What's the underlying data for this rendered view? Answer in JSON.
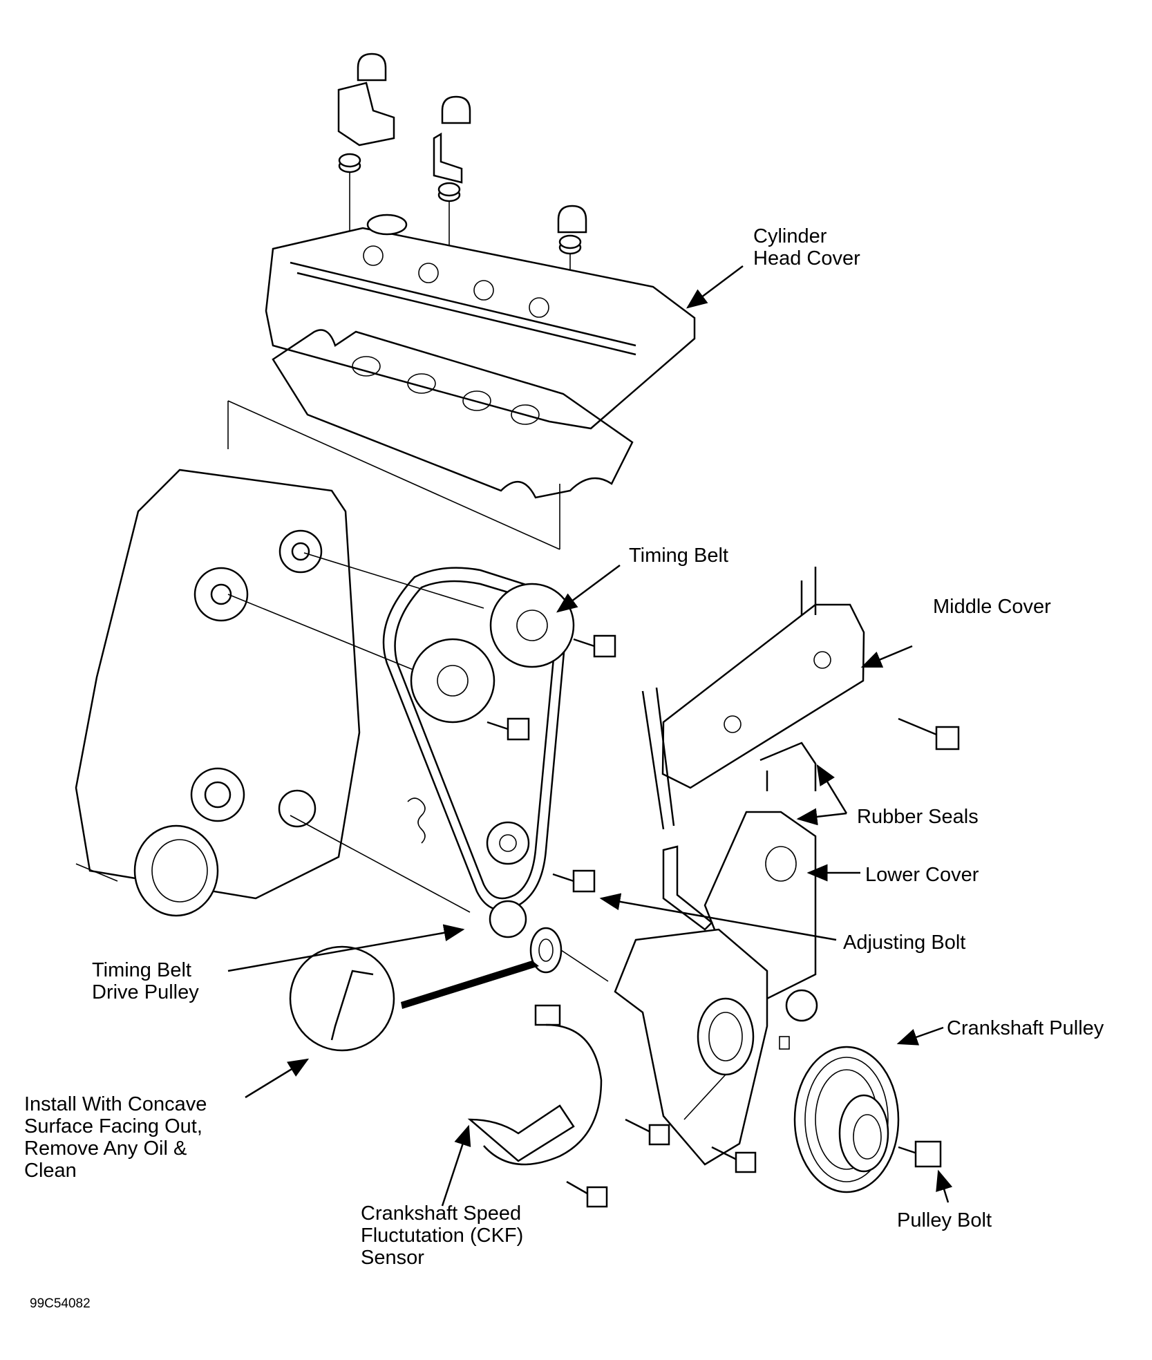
{
  "diagram": {
    "title": "Engine timing belt and cover exploded view",
    "labels": {
      "cylinder_head_cover": "Cylinder\nHead Cover",
      "timing_belt": "Timing Belt",
      "middle_cover": "Middle Cover",
      "rubber_seals": "Rubber Seals",
      "lower_cover": "Lower Cover",
      "adjusting_bolt": "Adjusting Bolt",
      "timing_belt_drive_pulley": "Timing Belt\nDrive Pulley",
      "crankshaft_pulley": "Crankshaft Pulley",
      "install_note": "Install With Concave\nSurface Facing Out,\nRemove Any Oil &\nClean",
      "ckf_sensor": "Crankshaft Speed\nFluctutation (CKF)\nSensor",
      "pulley_bolt": "Pulley Bolt"
    },
    "figure_id": "99C54082"
  }
}
